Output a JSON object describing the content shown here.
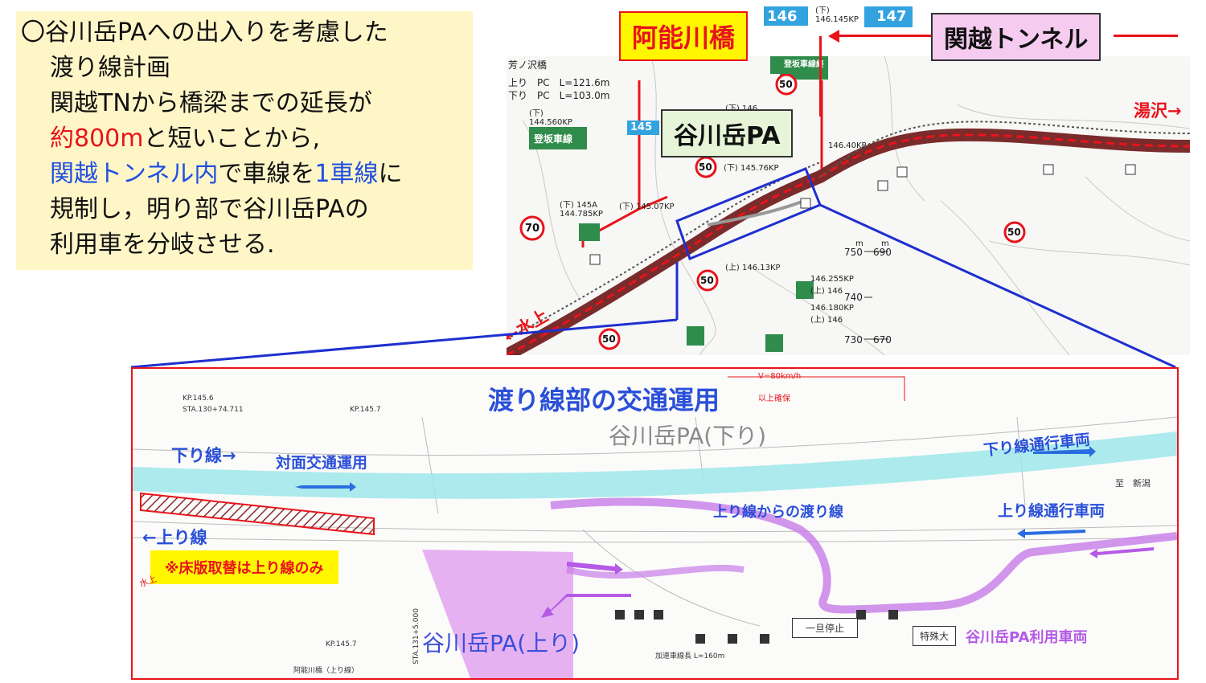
{
  "intro": {
    "line1": "〇谷川岳PAへの出入りを考慮した",
    "line2": "渡り線計画",
    "line3": "関越TNから橋梁までの延長が",
    "line4a": "約800m",
    "line4b": "と短いことから,",
    "line5a": "関越トンネル内",
    "line5b": "で車線を",
    "line5c": "1車線",
    "line5d": "に",
    "line6": "規制し，明り部で谷川岳PAの",
    "line7": "利用車を分岐させる."
  },
  "callouts": {
    "anou_bridge": "阿能川橋",
    "kanetsu_tunnel": "関越トンネル",
    "tanigawa_pa": "谷川岳PA",
    "yuzawa": "湯沢→",
    "minakami": "←水上"
  },
  "topmap": {
    "header_name": "芳ノ沢橋",
    "bridge_up": "上り　PC　L=121.6m",
    "bridge_down": "下り　PC　L=103.0m",
    "kp_marker_145": "145",
    "kp_marker_146": "146",
    "kp_marker_147": "147",
    "climbing_lane": "登坂車線",
    "climbing_lane_end": "登坂車線終",
    "kp_144560": "(下)\n144.560KP",
    "kp_145a": "(下) 145A\n144.785KP",
    "kp_14507": "(下) 145.07KP",
    "kp_146145": "(下)\n146.145KP",
    "kp_14576": "(下) 145.76KP",
    "kp_146_down": "(下) 146",
    "kp_146_40": "146.40KP",
    "kp_146_13": "(上) 146.13KP",
    "kp_146_255": "146.255KP\n(上) 146",
    "kp_146_180": "146.180KP\n(上) 146",
    "speed_50": "50",
    "speed_70": "70",
    "elev_750": "750",
    "elev_690": "690",
    "elev_740": "740",
    "elev_730": "730",
    "elev_670": "670",
    "unit_m": "m"
  },
  "detail": {
    "title": "渡り線部の交通運用",
    "pa_down": "谷川岳PA(下り)",
    "pa_up": "谷川岳PA(上り)",
    "down_line": "下り線→",
    "up_line": "←上り線",
    "two_way": "対面交通運用",
    "down_through": "下り線通行車両",
    "up_through": "上り線通行車両",
    "crossover_from_up": "上り線からの渡り線",
    "pa_users": "谷川岳PA利用車両",
    "note": "※床版取替は上り線のみ",
    "to_niigata": "至　新潟",
    "stop": "一旦停止",
    "special": "特殊大",
    "speed_note": "V=80km/h",
    "assured": "以上確保",
    "sta1": "STA.130+74.711",
    "sta2": "STA.131+5.000",
    "kp1457a": "KP.145.7",
    "kp1457b": "KP.145.7",
    "kp1456": "KP.145.6",
    "bridge_name": "阿能川橋（上り線）",
    "accel_lane": "加速車線長 L=160m",
    "minakami_small": "水上"
  },
  "colors": {
    "red": "#e8141b",
    "blue": "#1f4fe0",
    "purple": "#b45ae6",
    "teal": "#9ee6ea",
    "yellow": "#fff600",
    "pink": "#f5ccf0"
  }
}
